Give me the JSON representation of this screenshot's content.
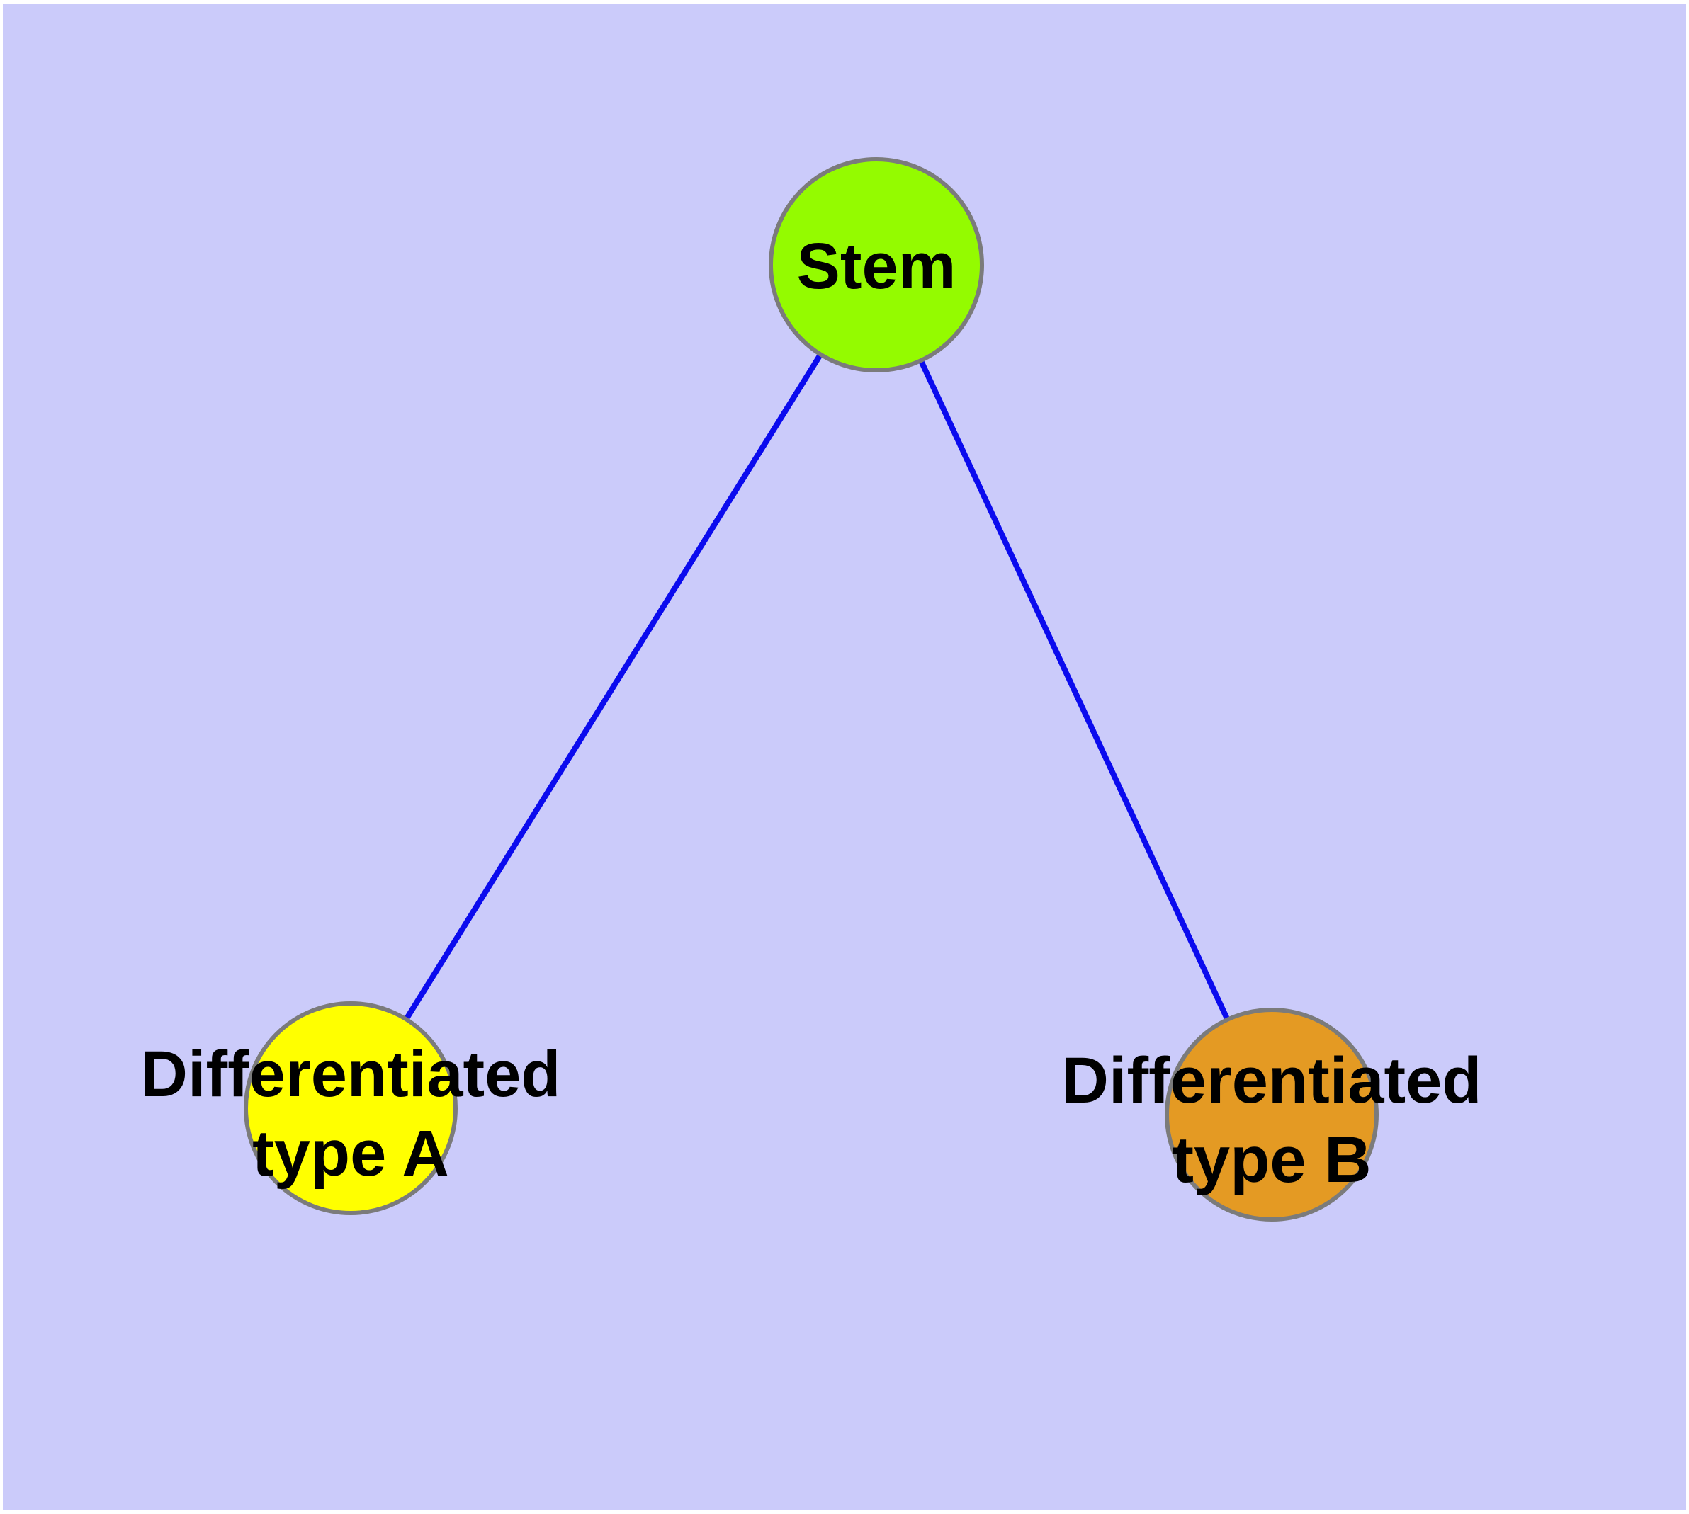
{
  "canvas": {
    "background_color": "#CBCBFA",
    "frame_color": "#FFFFFF"
  },
  "diagram": {
    "node_border_color": "#7B7B7B",
    "edge_color": "#0B0BEE",
    "label_color": "#000000",
    "stem": {
      "label": "Stem",
      "fill": "#94FB00"
    },
    "type_a": {
      "label_line1": "Differentiated",
      "label_line2": "type A",
      "fill": "#FFFF00"
    },
    "type_b": {
      "label_line1": "Differentiated",
      "label_line2": "type B",
      "fill": "#E49A23"
    },
    "edges": [
      {
        "from": "stem",
        "to": "type_a"
      },
      {
        "from": "stem",
        "to": "type_b"
      }
    ]
  }
}
